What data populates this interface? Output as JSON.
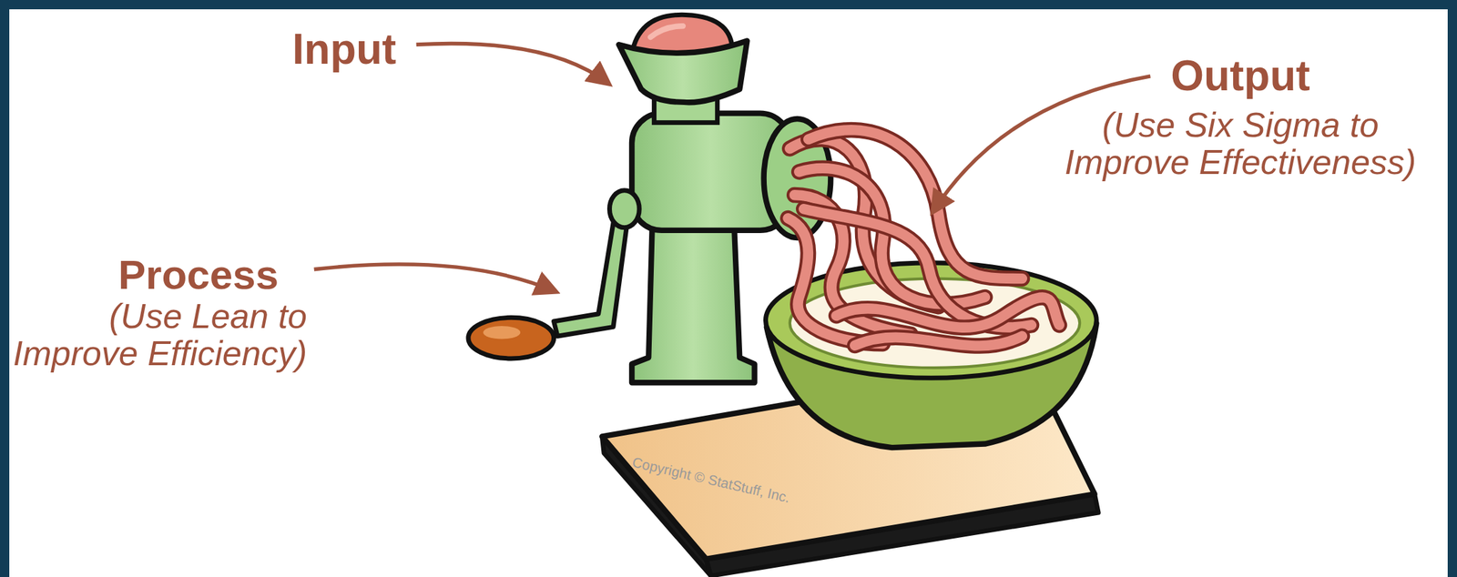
{
  "diagram": {
    "labels": [
      "Input",
      "Process",
      "(Use Lean to Improve Efficiency)",
      "Output",
      "(Use Six Sigma to Improve Effectiveness)",
      "Copyright © StatStuff, Inc."
    ]
  }
}
